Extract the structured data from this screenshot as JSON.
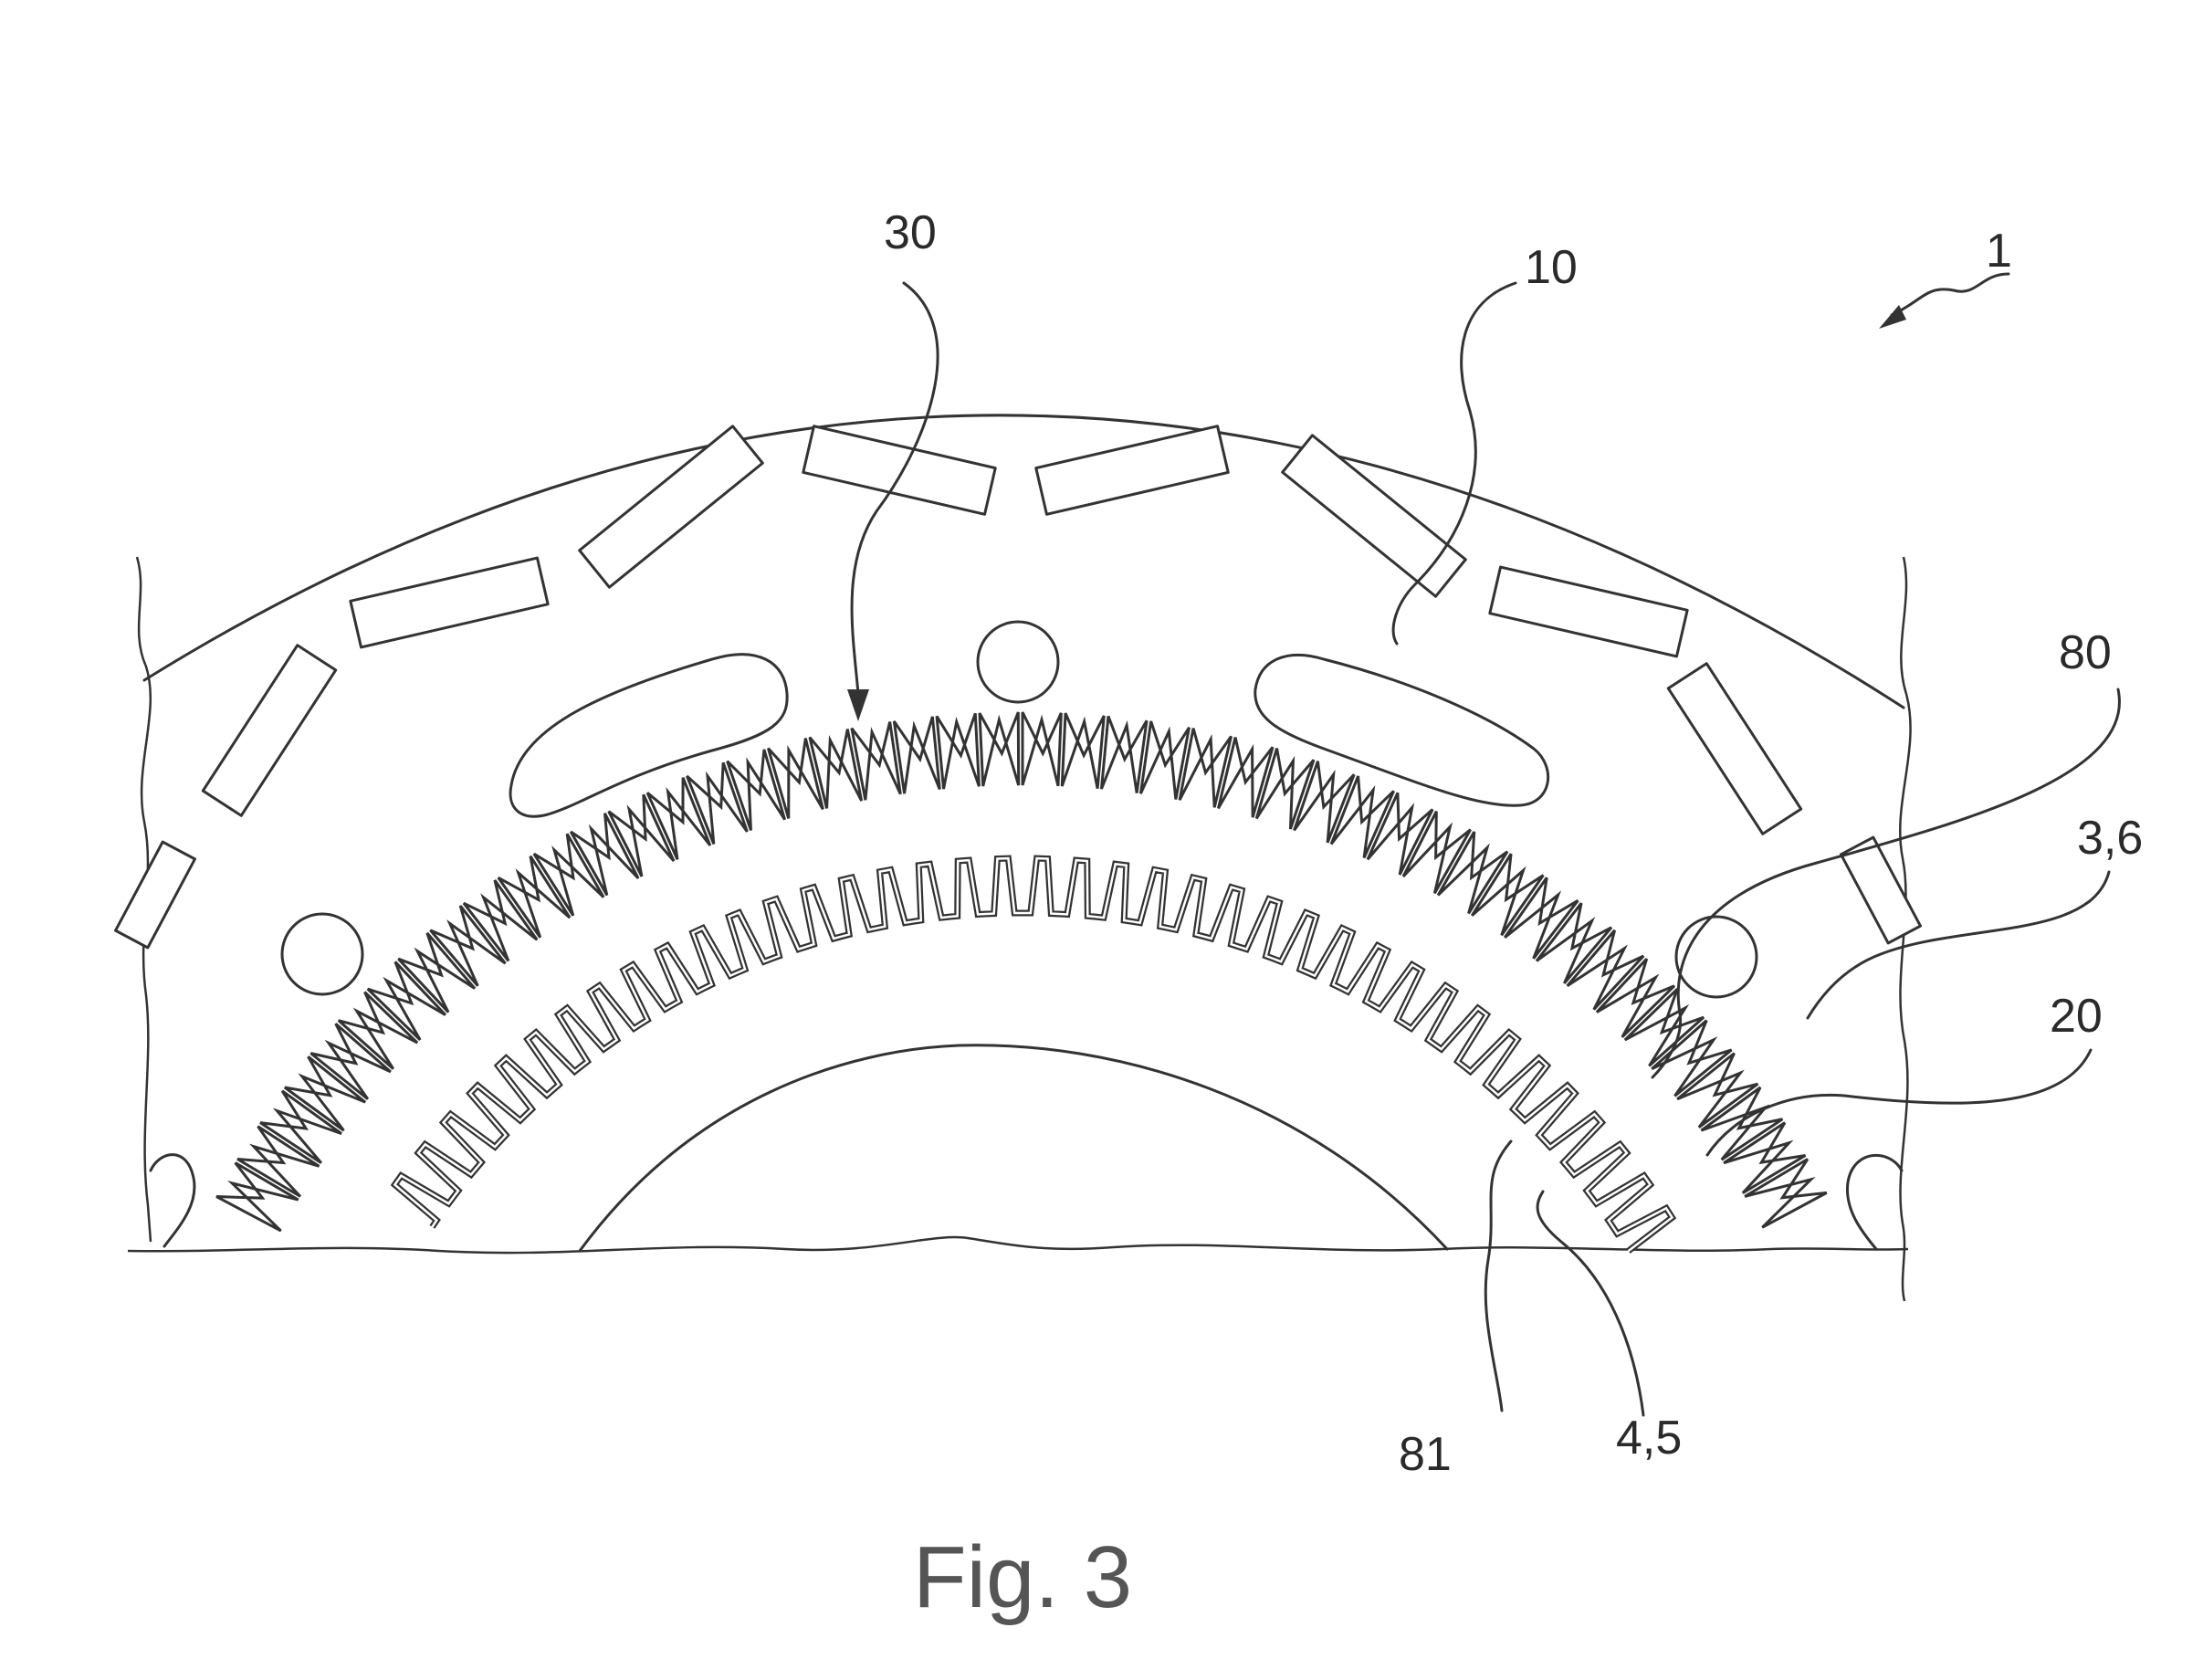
{
  "figure": {
    "caption": "Fig. 3",
    "labels": {
      "ref_1": "1",
      "ref_10": "10",
      "ref_30": "30",
      "ref_80": "80",
      "ref_3_6": "3,6",
      "ref_20": "20",
      "ref_81": "81",
      "ref_4_5": "4,5"
    }
  },
  "colors": {
    "line": "#333333",
    "caption": "#555555",
    "background": "#ffffff"
  }
}
